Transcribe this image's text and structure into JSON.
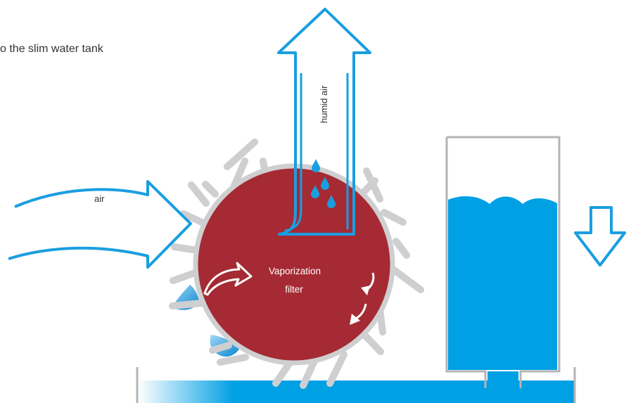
{
  "caption": "o the slim water tank",
  "labels": {
    "humid_air": "humid air",
    "air": "air",
    "filter_line1": "Vaporization",
    "filter_line2": "filter"
  },
  "icons": {
    "inflow_arrow": "wide-right-arrow-outline",
    "humid_outflow_arrow": "up-arrow-outline",
    "tank_down_arrow": "down-arrow-outline",
    "rotation_arrow": "curved-arrow",
    "droplets": "water-drop"
  },
  "colors": {
    "filter": "#a52a33",
    "water": "#00a0e4",
    "arrow_outline": "#1a9ee0",
    "paddle": "#cfcfd1",
    "tank_outline": "#b4b4b4",
    "text": "#333333",
    "background": "#ffffff"
  }
}
